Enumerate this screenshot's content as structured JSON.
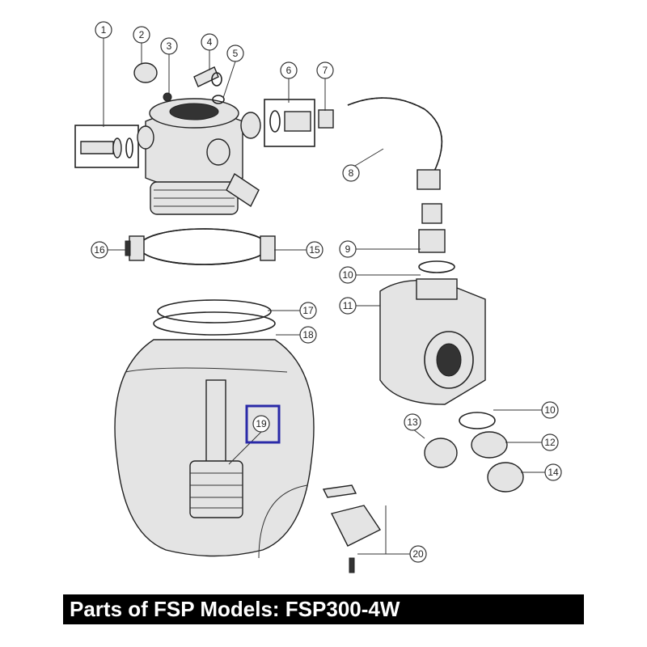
{
  "title": "Parts of FSP Models: FSP300-4W",
  "highlight_color": "#2a2aa8",
  "highlighted_part": "19",
  "callouts": [
    "1",
    "2",
    "3",
    "4",
    "5",
    "6",
    "7",
    "8",
    "9",
    "10",
    "11",
    "12",
    "13",
    "14",
    "15",
    "16",
    "17",
    "18",
    "19",
    "10",
    "20"
  ]
}
